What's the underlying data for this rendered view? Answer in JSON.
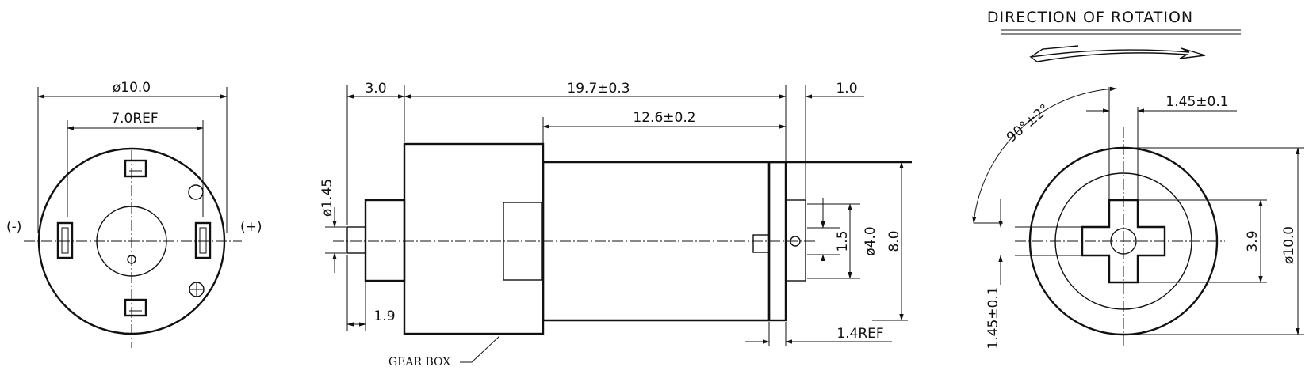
{
  "labels": {
    "dir_title": "DIRECTION OF ROTATION",
    "angle": "90°±2°",
    "gear_box": "GEAR BOX",
    "minus": "(-)",
    "plus": "(+)"
  },
  "dimensions": {
    "front_dia": "ø10.0",
    "terminal_spacing": "7.0REF",
    "gb_len": "3.0",
    "body_len": "19.7±0.3",
    "motor_len": "12.6±0.2",
    "rear_len": "1.0",
    "shaft_dia": "ø1.45",
    "shaft_len": "1.9",
    "bushing": "1.5",
    "boss_dia": "ø4.0",
    "height": "8.0",
    "rear_ref": "1.4REF",
    "flat_h": "1.45±0.1",
    "flat_v": "1.45±0.1",
    "cross_w": "3.9",
    "shaft_end_dia": "ø10.0"
  }
}
